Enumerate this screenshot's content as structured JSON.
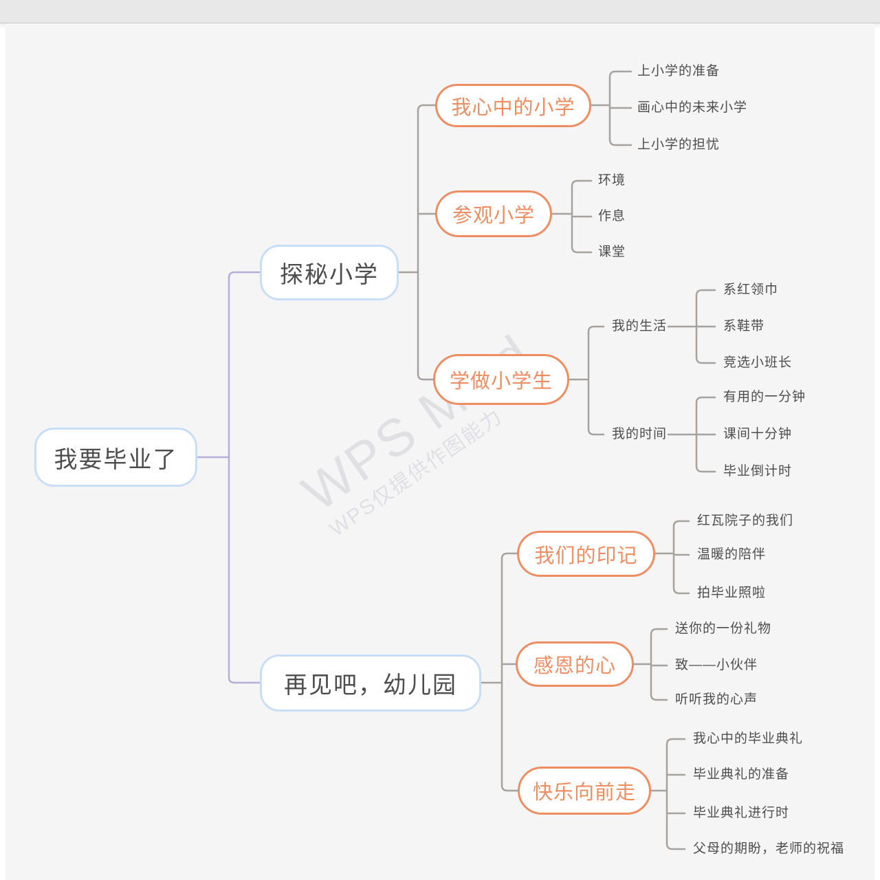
{
  "watermark": {
    "line1": "WPS Mind",
    "line2": "WPS仅提供作图能力"
  },
  "colors": {
    "canvas_bg": "#f5f5f6",
    "header_bg": "#e8e8e8",
    "node_blue_border": "#c8def6",
    "node_orange": "#ee8d62",
    "connector_purple": "#b3aed6",
    "connector_gray": "#a6a29f",
    "text_dark": "#4d4d4d"
  },
  "mindmap": {
    "root": {
      "label": "我要毕业了"
    },
    "branches": [
      {
        "label": "探秘小学",
        "children": [
          {
            "label": "我心中的小学",
            "children": [
              {
                "label": "上小学的准备"
              },
              {
                "label": "画心中的未来小学"
              },
              {
                "label": "上小学的担忧"
              }
            ]
          },
          {
            "label": "参观小学",
            "children": [
              {
                "label": "环境"
              },
              {
                "label": "作息"
              },
              {
                "label": "课堂"
              }
            ]
          },
          {
            "label": "学做小学生",
            "children": [
              {
                "label": "我的生活",
                "children": [
                  {
                    "label": "系红领巾"
                  },
                  {
                    "label": "系鞋带"
                  },
                  {
                    "label": "竞选小班长"
                  }
                ]
              },
              {
                "label": "我的时间",
                "children": [
                  {
                    "label": "有用的一分钟"
                  },
                  {
                    "label": "课间十分钟"
                  },
                  {
                    "label": "毕业倒计时"
                  }
                ]
              }
            ]
          }
        ]
      },
      {
        "label": "再见吧，幼儿园",
        "children": [
          {
            "label": "我们的印记",
            "children": [
              {
                "label": "红瓦院子的我们"
              },
              {
                "label": "温暖的陪伴"
              },
              {
                "label": "拍毕业照啦"
              }
            ]
          },
          {
            "label": "感恩的心",
            "children": [
              {
                "label": "送你的一份礼物"
              },
              {
                "label": "致——小伙伴"
              },
              {
                "label": "听听我的心声"
              }
            ]
          },
          {
            "label": "快乐向前走",
            "children": [
              {
                "label": "我心中的毕业典礼"
              },
              {
                "label": "毕业典礼的准备"
              },
              {
                "label": "毕业典礼进行时"
              },
              {
                "label": "父母的期盼，老师的祝福"
              }
            ]
          }
        ]
      }
    ]
  }
}
